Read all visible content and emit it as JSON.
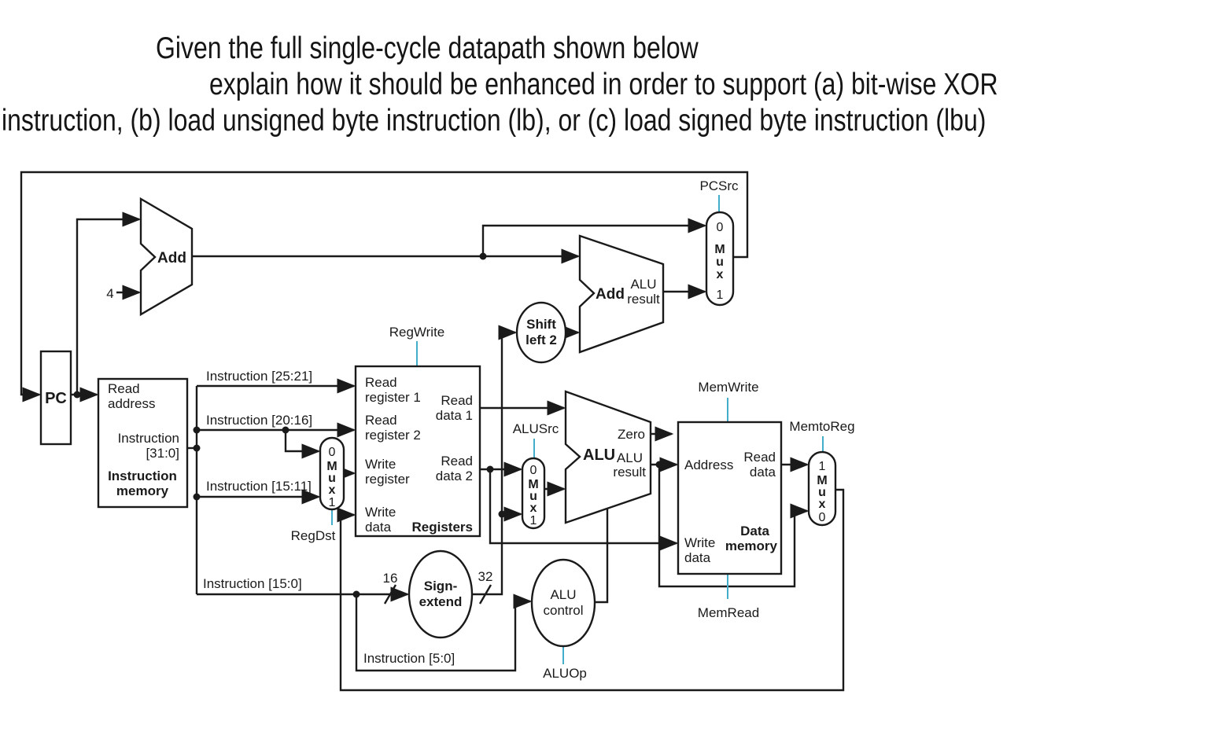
{
  "question": {
    "line1": "Given the full single-cycle datapath shown below",
    "line2": "explain how it should be enhanced in order to support (a) bit-wise XOR",
    "line3": "instruction, (b) load unsigned byte instruction (lb), or (c) load signed byte instruction (lbu)"
  },
  "colors": {
    "control_signal": "#45ADCC",
    "wire": "#1a1a1a"
  },
  "labels": {
    "pc": "PC",
    "add_pc": "Add",
    "add_branch": "Add",
    "four": "4",
    "zero": "Zero",
    "alu_big": "ALU",
    "alu_result": [
      "ALU",
      "result"
    ],
    "branch_result": [
      "ALU",
      "result"
    ],
    "shift_left_2": [
      "Shift",
      "left 2"
    ],
    "sign_extend": [
      "Sign-",
      "extend"
    ],
    "alu_control": [
      "ALU",
      "control"
    ],
    "instr_fields": {
      "f2521": "Instruction [25:21]",
      "f2016": "Instruction [20:16]",
      "f1511": "Instruction [15:11]",
      "f150": "Instruction [15:0]",
      "f50": "Instruction [5:0]"
    },
    "widths": {
      "w16": "16",
      "w32": "32"
    },
    "instr_mem": {
      "read": "Read",
      "address": "address",
      "instruction": "Instruction",
      "range": "[31:0]",
      "title1": "Instruction",
      "title2": "memory"
    },
    "registers": {
      "rr1a": "Read",
      "rr1b": "register 1",
      "rd1a": "Read",
      "rd1b": "data 1",
      "rr2a": "Read",
      "rr2b": "register 2",
      "wra": "Write",
      "wrb": "register",
      "rd2a": "Read",
      "rd2b": "data 2",
      "wda": "Write",
      "wdb": "data",
      "title": "Registers"
    },
    "data_mem": {
      "address": "Address",
      "rda": "Read",
      "rdb": "data",
      "wda": "Write",
      "wdb": "data",
      "title1": "Data",
      "title2": "memory"
    },
    "controls": {
      "regwrite": "RegWrite",
      "regdst": "RegDst",
      "alusrc": "ALUSrc",
      "pcsrc": "PCSrc",
      "memwrite": "MemWrite",
      "memread": "MemRead",
      "memtoreg": "MemtoReg",
      "aluop": "ALUOp"
    },
    "mux": {
      "letters": [
        "M",
        "u",
        "x"
      ],
      "zero": "0",
      "one": "1"
    }
  }
}
